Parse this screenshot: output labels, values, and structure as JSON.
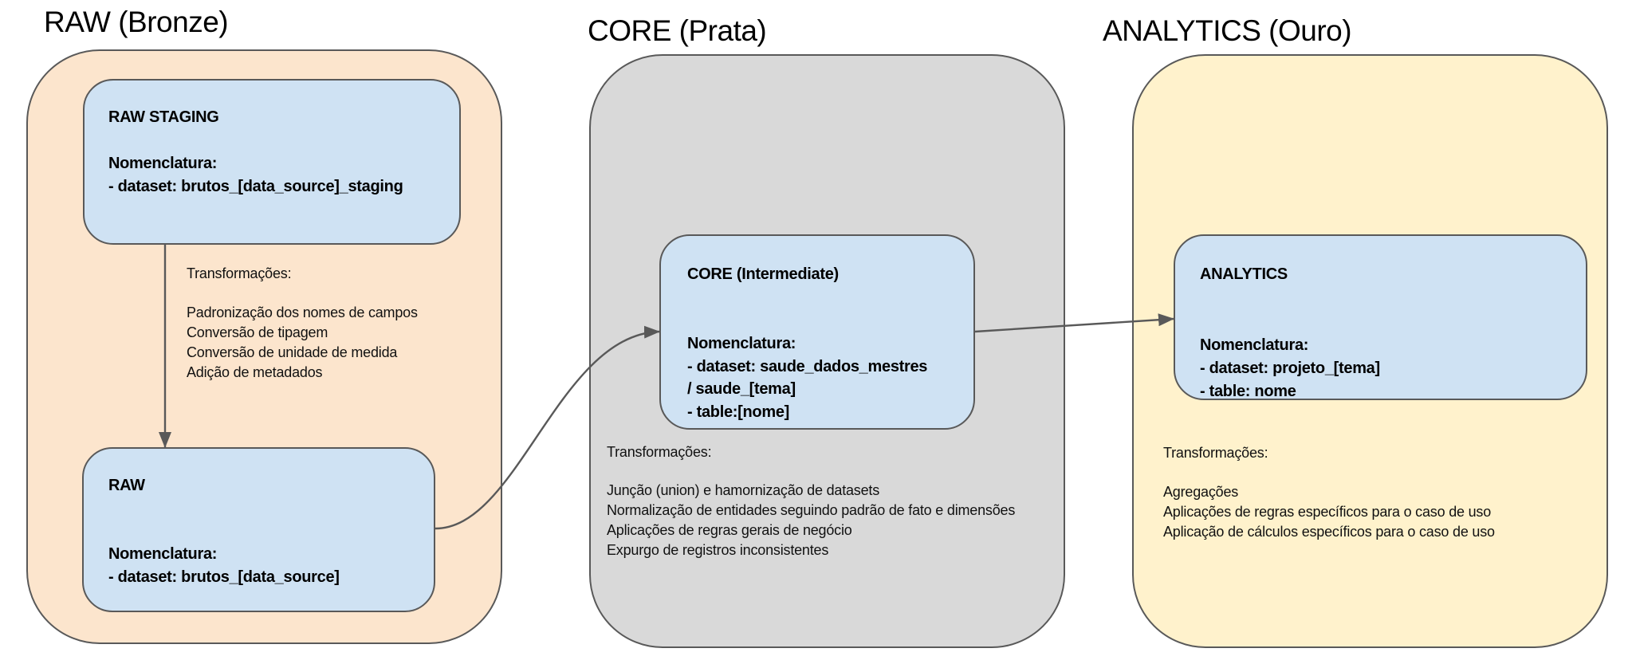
{
  "colors": {
    "bronze": "#fce5cd",
    "prata": "#d9d9d9",
    "ouro": "#fff2cc",
    "node": "#cfe2f3",
    "stroke": "#595959"
  },
  "layers": {
    "raw": {
      "title": "RAW (Bronze)",
      "staging": {
        "name": "RAW STAGING",
        "nomenclature_label": "Nomenclatura:",
        "lines": [
          "-  dataset: brutos_[data_source]_staging"
        ]
      },
      "raw": {
        "name": "RAW",
        "nomenclature_label": "Nomenclatura:",
        "lines": [
          "-  dataset: brutos_[data_source]"
        ]
      },
      "transformations": {
        "label": "Transformações:",
        "items": [
          "Padronização dos nomes de campos",
          "Conversão de tipagem",
          "Conversão de unidade de medida",
          "Adição de metadados"
        ]
      }
    },
    "core": {
      "title": "CORE (Prata)",
      "node": {
        "name": "CORE (Intermediate)",
        "nomenclature_label": "Nomenclatura:",
        "lines": [
          "- dataset: saude_dados_mestres",
          "/ saude_[tema]",
          "- table:[nome]"
        ]
      },
      "transformations": {
        "label": "Transformações:",
        "items": [
          "Junção (union) e hamornização de datasets",
          "Normalização de entidades seguindo padrão de fato e dimensões",
          "Aplicações de regras gerais de negócio",
          "Expurgo de registros inconsistentes"
        ]
      }
    },
    "analytics": {
      "title": "ANALYTICS (Ouro)",
      "node": {
        "name": "ANALYTICS",
        "nomenclature_label": "Nomenclatura:",
        "lines": [
          "- dataset: projeto_[tema]",
          "- table: nome"
        ]
      },
      "transformations": {
        "label": "Transformações:",
        "items": [
          "Agregações",
          "Aplicações de regras específicos para o caso de uso",
          "Aplicação de cálculos específicos para o caso de uso"
        ]
      }
    }
  },
  "connections": [
    {
      "from": "raw-staging",
      "to": "raw",
      "type": "straight"
    },
    {
      "from": "raw",
      "to": "core-intermediate",
      "type": "curved"
    },
    {
      "from": "core-intermediate",
      "to": "analytics",
      "type": "straight"
    }
  ]
}
